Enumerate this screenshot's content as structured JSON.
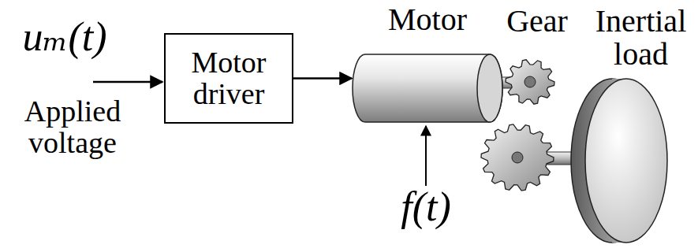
{
  "diagram": {
    "nodes": [
      {
        "text": [
          "Motor driver"
        ]
      },
      {
        "text": [
          "Motor"
        ]
      }
    ],
    "edges": [
      {
        "from": 0,
        "to": 1,
        "arrow": "to"
      }
    ],
    "labels": [
      "uₘ(t)",
      "Applied voltage",
      "Gear",
      "Inertial load",
      "f(t)"
    ]
  }
}
